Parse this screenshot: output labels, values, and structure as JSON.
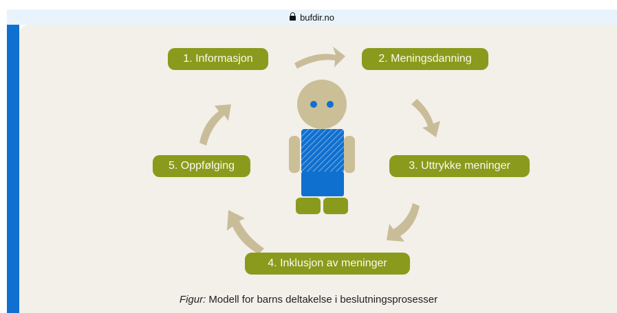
{
  "browser": {
    "url": "bufdir.no",
    "lock_icon": "lock-icon"
  },
  "steps": [
    {
      "label": "1. Informasjon"
    },
    {
      "label": "2. Meningsdanning"
    },
    {
      "label": "3. Uttrykke meninger"
    },
    {
      "label": "4. Inklusjon av meninger"
    },
    {
      "label": "5. Oppfølging"
    }
  ],
  "figure": {
    "caption_prefix": "Figur:",
    "caption_text": " Modell for barns deltakelse i beslutningsprosesser"
  },
  "colors": {
    "pill": "#8a9a1c",
    "arrow": "#c9bd99",
    "figure_body": "#cbbf98",
    "shirt_blue": "#1070cf",
    "feet": "#8a9a1c",
    "background": "#f3efe9"
  }
}
